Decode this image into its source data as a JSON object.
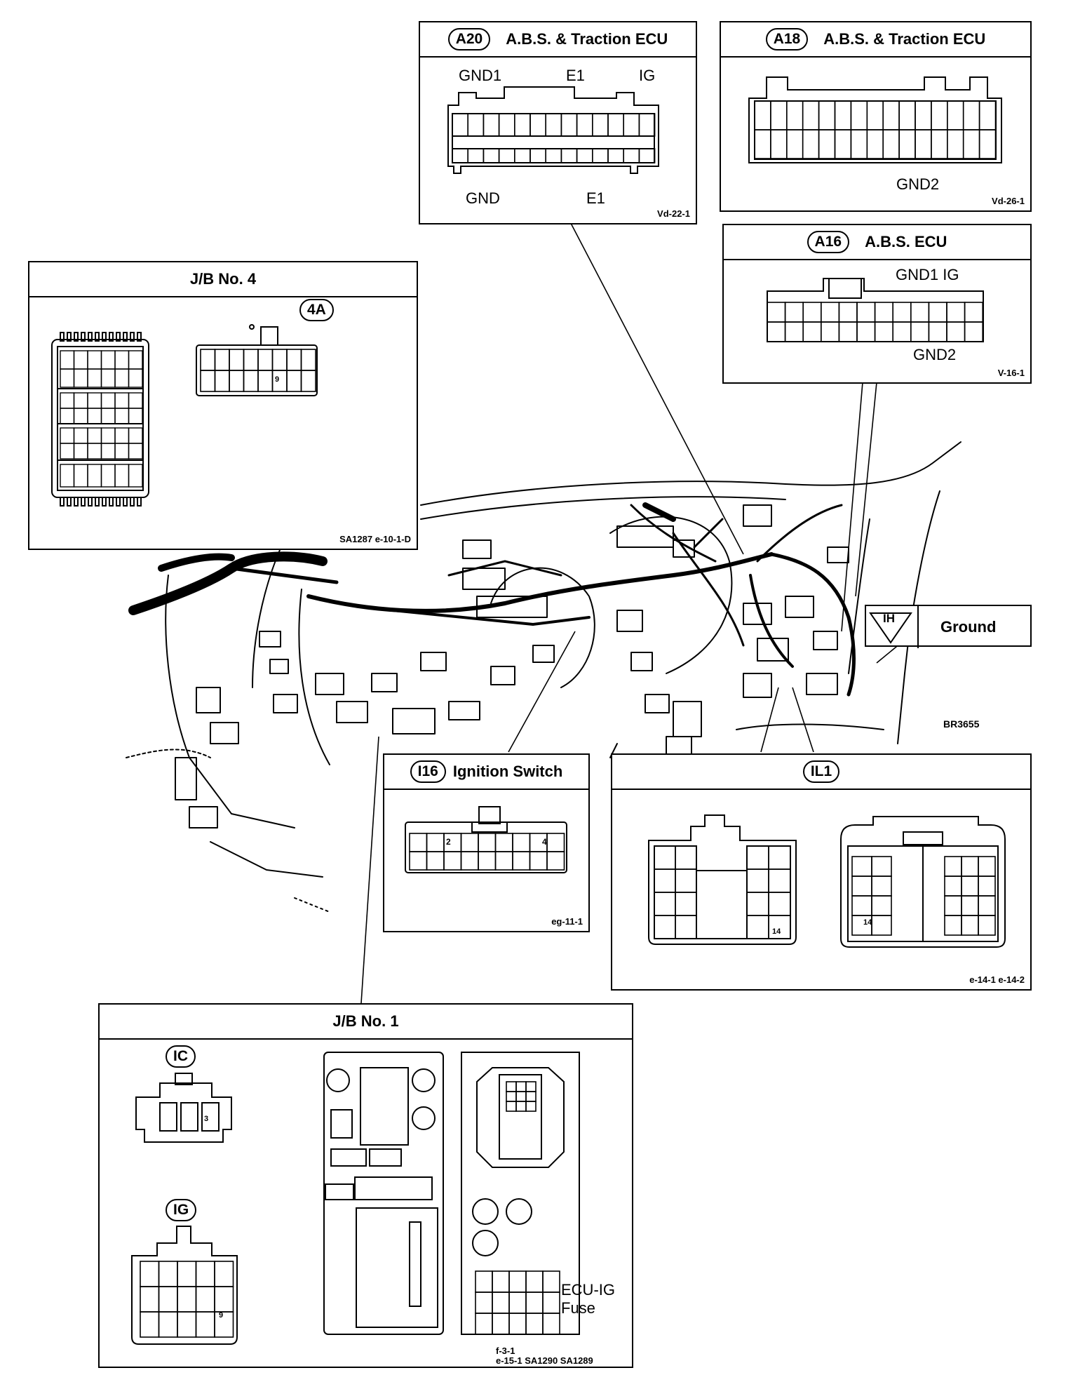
{
  "connectors": {
    "a20": {
      "tag": "A20",
      "title": "A.B.S. & Traction ECU",
      "top_labels": [
        "GND1",
        "E1",
        "IG"
      ],
      "bottom_labels": [
        "GND",
        "E1"
      ],
      "code": "Vd-22-1"
    },
    "a18": {
      "tag": "A18",
      "title": "A.B.S. & Traction ECU",
      "pin_label": "GND2",
      "code": "Vd-26-1"
    },
    "a16": {
      "tag": "A16",
      "title": "A.B.S. ECU",
      "top_label": "GND1  IG",
      "bottom_label": "GND2",
      "code": "V-16-1"
    },
    "jb4": {
      "title": "J/B No. 4",
      "tag": "4A",
      "pin": "9",
      "code": "SA1287 e-10-1-D"
    },
    "i16": {
      "tag": "I16",
      "title": "Ignition Switch",
      "pins": [
        "2",
        "4"
      ],
      "code": "eg-11-1"
    },
    "il1": {
      "tag": "IL1",
      "pins": [
        "14",
        "14"
      ],
      "code": "e-14-1  e-14-2"
    },
    "jb1": {
      "title": "J/B No. 1",
      "ic_tag": "IC",
      "ic_pin": "3",
      "ig_tag": "IG",
      "ig_pin": "9",
      "fuse_label_1": "ECU-IG",
      "fuse_label_2": "Fuse",
      "code_1": "f-3-1",
      "code_2": "e-15-1  SA1290  SA1289"
    }
  },
  "ground": {
    "tag": "IH",
    "label": "Ground"
  },
  "figure_code": "BR3655"
}
